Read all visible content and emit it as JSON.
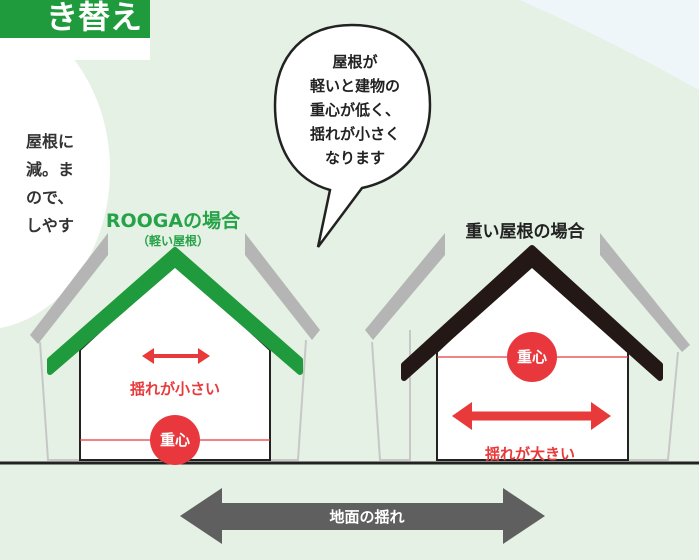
{
  "banner": {
    "title": "き替え"
  },
  "intro_lines": [
    "屋根に",
    "減。ま",
    "ので、",
    "しやす"
  ],
  "bubble": {
    "lines": [
      "屋根が",
      "軽いと建物の",
      "重心が低く、",
      "揺れが小さく",
      "なります"
    ]
  },
  "rooga": {
    "title": "ROOGAの場合",
    "subtitle": "（軽い屋根）",
    "sway_label": "揺れが小さい",
    "center_label": "重心",
    "roof_color": "#1f9a3c"
  },
  "heavy": {
    "title": "重い屋根の場合",
    "sway_label": "揺れが大きい",
    "center_label": "重心",
    "roof_color": "#231815"
  },
  "ground": {
    "label": "地面の揺れ"
  },
  "colors": {
    "accent_red": "#e8383d",
    "banner_green": "#1f9a3c",
    "background_green": "#e3f0e2"
  }
}
